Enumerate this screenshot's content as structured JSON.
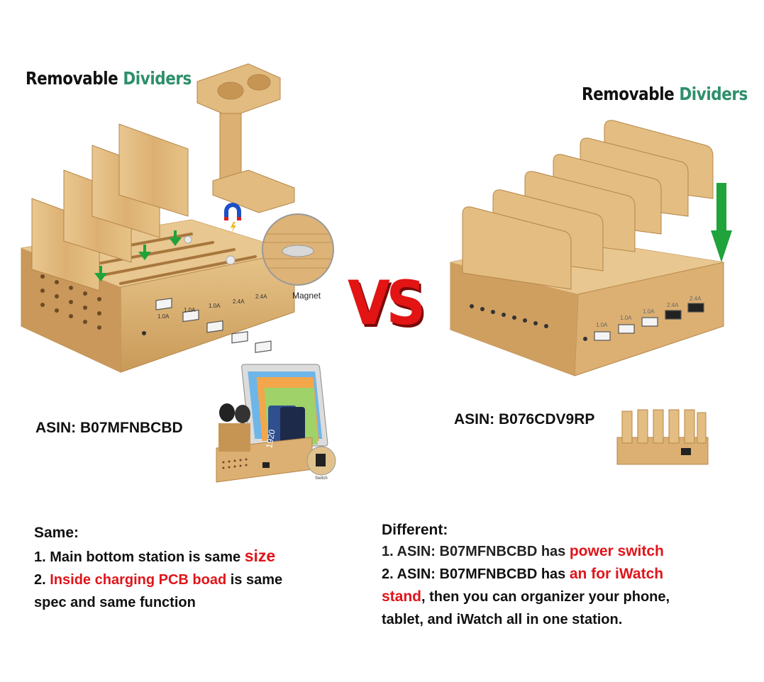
{
  "left_product": {
    "headline": {
      "word1": "Removable ",
      "word2": "Dividers"
    },
    "port_labels": [
      "1.0A",
      "1.0A",
      "1.0A",
      "2.4A",
      "2.4A"
    ],
    "magnet_label": "Magnet",
    "switch_label": "Switch",
    "tablet_text": "1920",
    "asin": "ASIN: B07MFNBCBD"
  },
  "vs_text": "VS",
  "right_product": {
    "headline": {
      "word1": "Removable ",
      "word2": "Dividers"
    },
    "port_labels": [
      "1.0A",
      "1.0A",
      "1.0A",
      "2.4A",
      "2.4A"
    ],
    "asin": "ASIN: B076CDV9RP"
  },
  "same_block": {
    "title": "Same:",
    "line1_prefix": "1. Main bottom station is same ",
    "line1_highlight": "size",
    "line2_prefix": "2. ",
    "line2_highlight": "Inside charging PCB boad",
    "line2_suffix": " is same",
    "line3": "spec and same function"
  },
  "different_block": {
    "title": "Different:",
    "line1_prefix": "1. ASIN: B07MFNBCBD has ",
    "line1_highlight": "power switch",
    "line2_prefix": "2. ASIN: B07MFNBCBD has ",
    "line2_highlight": "an for iWatch",
    "line3_highlight": "stand",
    "line3_suffix": ", then you can organizer your phone,",
    "line4": "tablet, and iWatch all in one station."
  },
  "colors": {
    "bamboo_light": "#e8c48a",
    "bamboo_mid": "#d6a766",
    "bamboo_dark": "#b8864a",
    "accent_green": "#2e8f6a",
    "arrow_green": "#1fa33a",
    "vs_red": "#e21414",
    "text_red": "#e0141a"
  }
}
